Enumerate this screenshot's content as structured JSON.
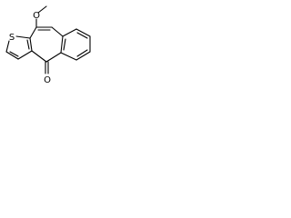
{
  "molecule": {
    "atoms": {
      "sulfur": "S",
      "methoxy_oxygen": "O",
      "carbonyl_oxygen": "O"
    }
  },
  "colors": {
    "bond": "#000000",
    "background": "#ffffff"
  }
}
